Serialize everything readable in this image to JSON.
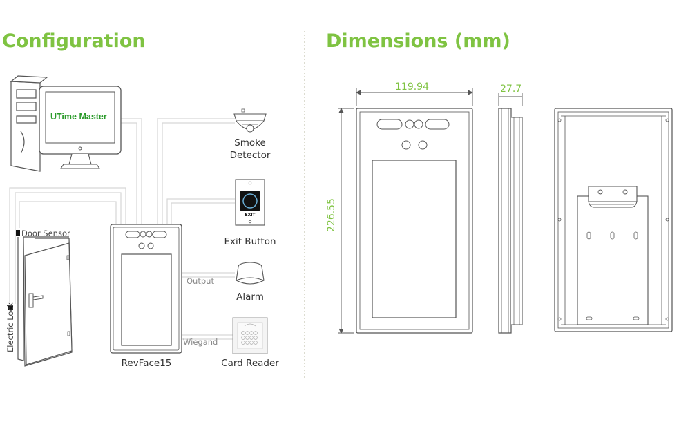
{
  "headings": {
    "configuration": "Configuration",
    "dimensions": "Dimensions (mm)"
  },
  "configuration": {
    "software": "UTime Master",
    "device": "RevFace15",
    "door_sensor": "Door Sensor",
    "electric_lock": "Electric Lock",
    "smoke_detector_line1": "Smoke",
    "smoke_detector_line2": "Detector",
    "exit_button": "Exit Button",
    "exit_text": "EXIT",
    "alarm": "Alarm",
    "card_reader": "Card Reader",
    "output_label": "Output",
    "wiegand_label": "Wiegand"
  },
  "dimensions": {
    "width": "119.94",
    "depth": "27.7",
    "height": "226.55"
  },
  "colors": {
    "accent": "#7fc342",
    "line": "#555555",
    "wire": "#d6d6d6",
    "software_text": "#2a9a2a"
  }
}
